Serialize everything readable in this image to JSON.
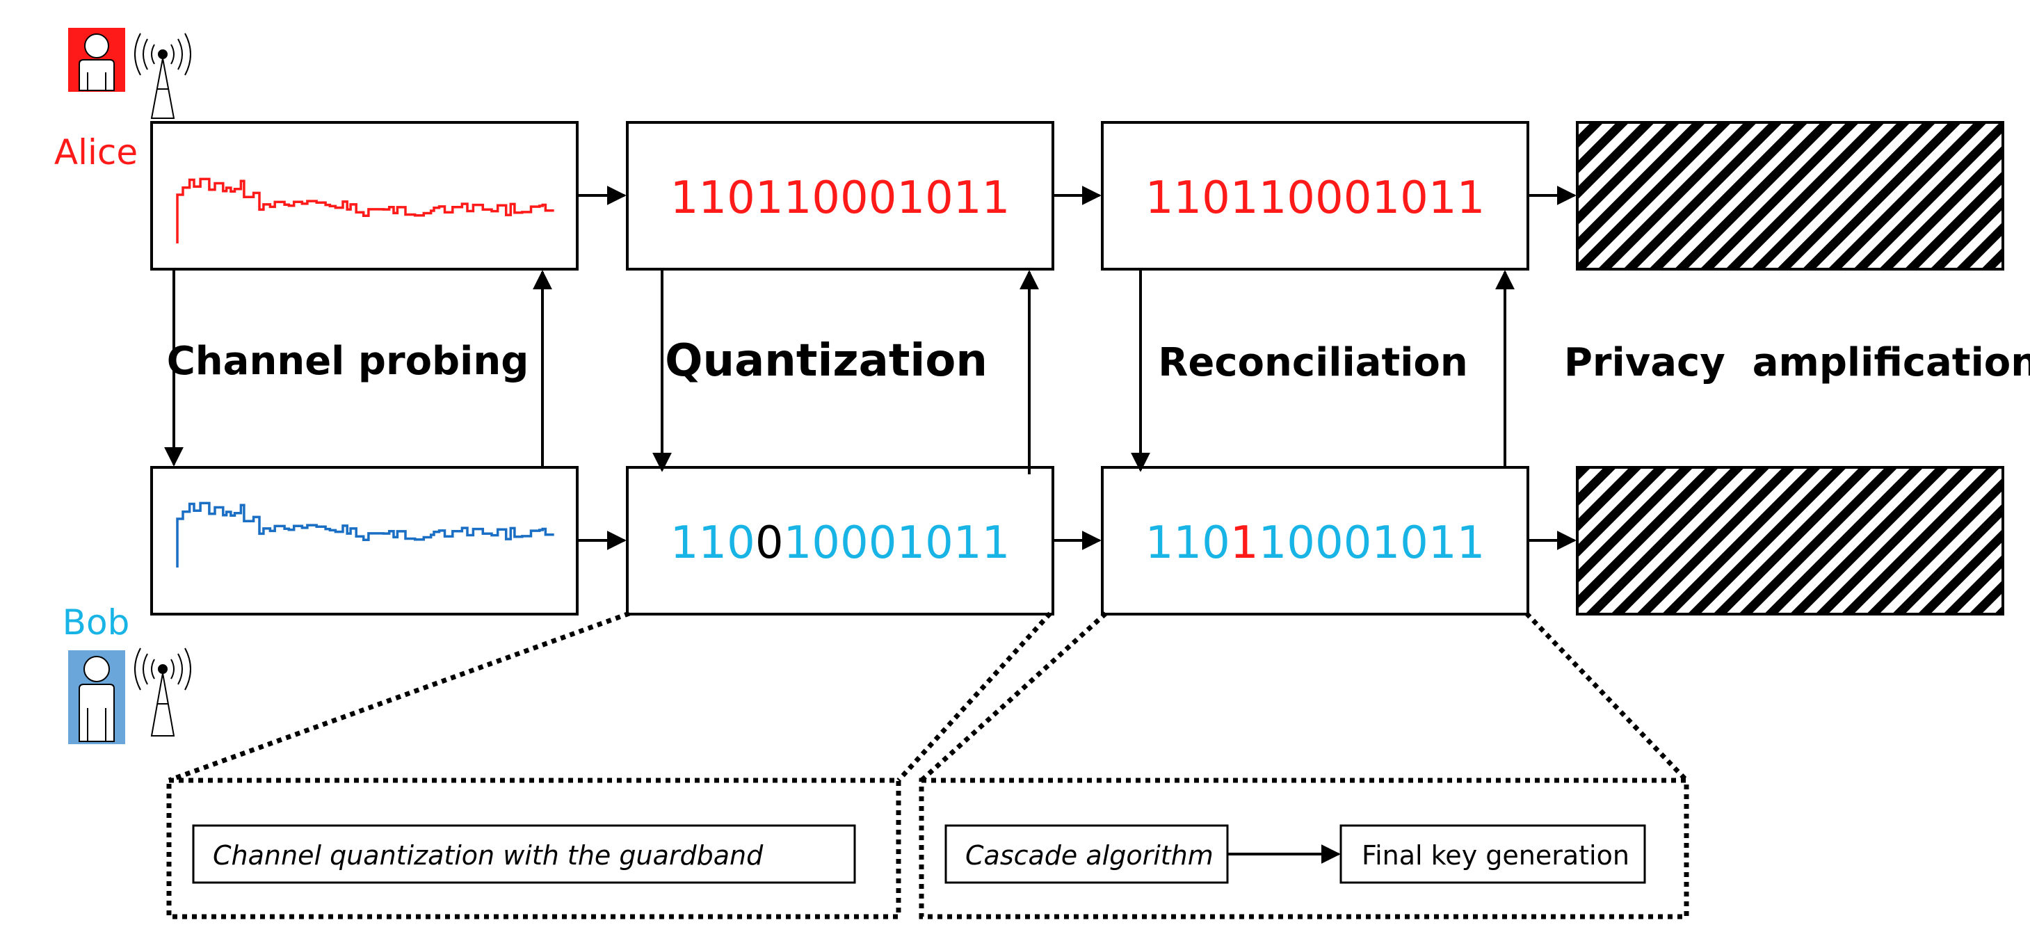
{
  "actors": {
    "alice": {
      "label": "Alice",
      "color": "#ff1a1a"
    },
    "bob": {
      "label": "Bob",
      "color": "#19b4e6"
    }
  },
  "stages": {
    "channel_probing": "Channel probing",
    "quantization": "Quantization",
    "reconciliation": "Reconciliation",
    "privacy_amplification": "Privacy  amplification"
  },
  "bits": {
    "alice_quantized": "110110001011",
    "bob_quantized": {
      "prefix": "110",
      "mismatch": "0",
      "suffix": "10001011"
    },
    "alice_reconciled": "110110001011",
    "bob_reconciled": {
      "prefix": "110",
      "corrected": "1",
      "suffix": "10001011"
    }
  },
  "details": {
    "quantization_method": "Channel quantization with the guardband",
    "reconciliation_algorithm": "Cascade algorithm",
    "final_step": "Final key generation"
  },
  "colors": {
    "alice_signal": "#ff1a1a",
    "bob_signal": "#1a6fc4",
    "bob_bits": "#19b4e6",
    "mismatch_bit": "#000000",
    "corrected_bit": "#ff1a1a",
    "bob_icon": "#6aa6da",
    "alice_icon": "#ff1a1a"
  }
}
